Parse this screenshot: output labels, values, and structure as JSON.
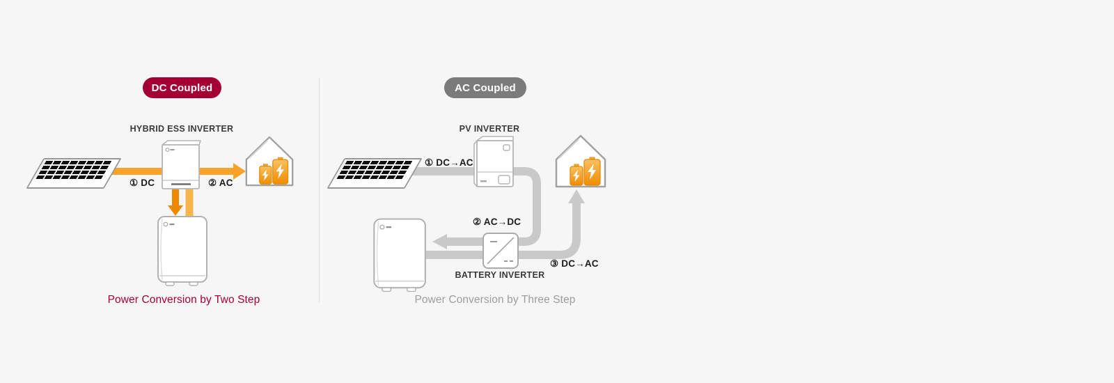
{
  "left_diagram": {
    "badge": "DC Coupled",
    "inverter_label": "HYBRID ESS INVERTER",
    "step1": "① DC",
    "step2": "② AC",
    "caption": "Power Conversion by Two Step"
  },
  "right_diagram": {
    "badge": "AC Coupled",
    "pv_inverter_label": "PV INVERTER",
    "battery_inverter_label": "BATTERY INVERTER",
    "step1": "① DC→AC",
    "step2": "② AC→DC",
    "step3": "③ DC→AC",
    "caption": "Power Conversion by Three Step"
  },
  "colors": {
    "dc_badge_red": "#a50034",
    "ac_badge_gray": "#7b7b7b",
    "caption_red": "#a50034",
    "caption_gray": "#9d9d9d",
    "flow_orange": "#f9a228",
    "flow_orange_dark": "#ee8a00",
    "flow_orange_light": "#f7b44a",
    "flow_gray": "#c9c9c9",
    "battery_orange_top": "#fbc160",
    "battery_orange_bottom": "#ef8c00",
    "background": "#f7f6f6"
  },
  "icons": {
    "solar-panel": "black cell grid panel (css gradient grid)",
    "hybrid-ess-inverter": "white wall box with display line (svg)",
    "pv-inverter": "white wall box with indicator square (svg)",
    "battery-inverter": "white box with diagonal AC/DC symbol (svg)",
    "battery-tower": "white floor-standing battery cabinet (svg)",
    "home-battery-house": "house outline with two orange batteries (svg)",
    "lightning-bolt": "white bolt polygon inside battery",
    "flow-arrow": "thick pipe with triangular arrowhead"
  }
}
